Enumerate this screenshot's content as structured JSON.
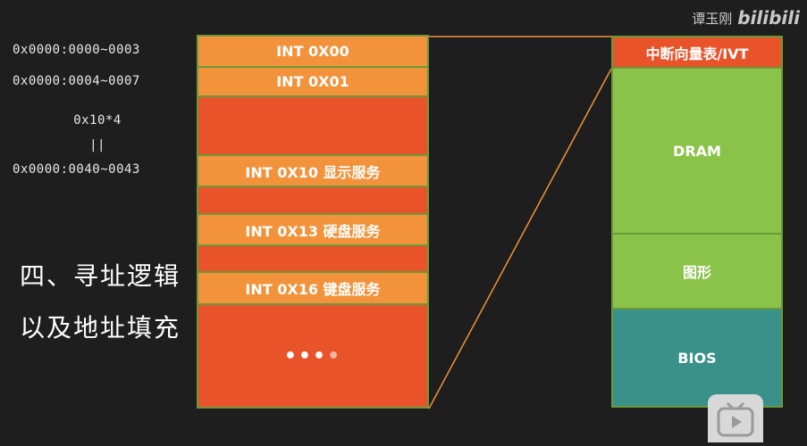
{
  "addresses": {
    "int00": "0x0000:0000~0003",
    "int01": "0x0000:0004~0007",
    "calc": "0x10*4",
    "equals": "||",
    "int10": "0x0000:0040~0043"
  },
  "left_table": {
    "rows": [
      "INT 0X00",
      "INT 0X01",
      "INT 0X10 显示服务",
      "INT 0X13 硬盘服务",
      "INT 0X16 键盘服务"
    ],
    "ellipsis": "•••",
    "ellipsis_tail": "•"
  },
  "right_table": {
    "ivt": "中断向量表/IVT",
    "dram": "DRAM",
    "graphics": "图形",
    "bios": "BIOS"
  },
  "heading": {
    "line1": "四、寻址逻辑",
    "line2": "以及地址填充"
  },
  "watermark": {
    "author": "谭玉刚",
    "site": "bilibili"
  },
  "colors": {
    "orange": "#f2923a",
    "red": "#e8532a",
    "green": "#8bc34a",
    "teal": "#3a918a",
    "connector": "#f2923a"
  }
}
